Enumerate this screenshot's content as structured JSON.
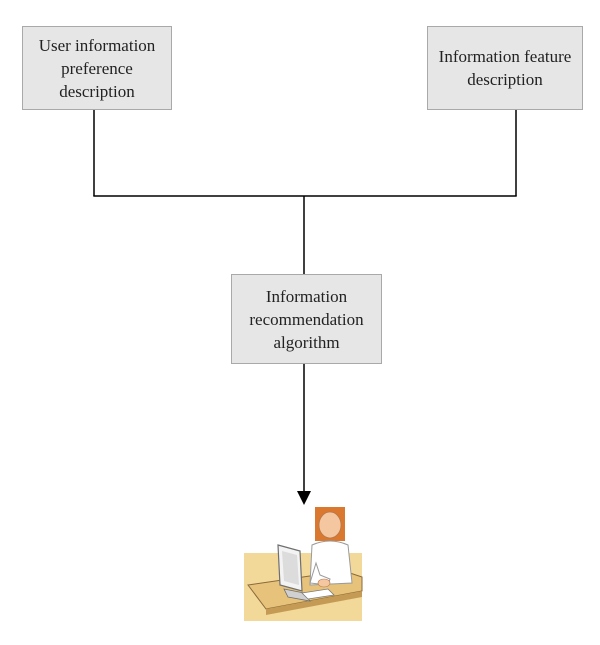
{
  "nodes": {
    "user_pref": {
      "label": "User information\npreference\ndescription"
    },
    "info_feature": {
      "label": "Information feature\ndescription"
    },
    "recommend_algo": {
      "label": "Information\nrecommendation\nalgorithm"
    }
  },
  "icons": {
    "user": "user-at-computer-icon"
  },
  "colors": {
    "box_fill": "#e6e6e6",
    "box_border": "#a9a9a9",
    "connector": "#000000"
  }
}
